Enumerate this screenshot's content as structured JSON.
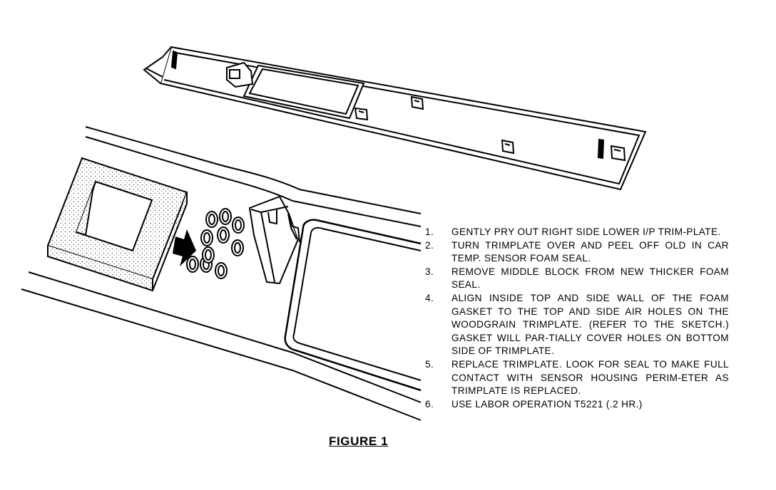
{
  "caption": "FIGURE 1",
  "steps": [
    {
      "num": "1.",
      "text": "GENTLY PRY OUT RIGHT SIDE LOWER I/P TRIM-PLATE."
    },
    {
      "num": "2.",
      "text": "TURN TRIMPLATE OVER AND PEEL OFF OLD IN CAR TEMP. SENSOR FOAM SEAL."
    },
    {
      "num": "3.",
      "text": "REMOVE MIDDLE BLOCK FROM NEW THICKER FOAM SEAL."
    },
    {
      "num": "4.",
      "text": "ALIGN INSIDE TOP AND SIDE WALL OF THE FOAM GASKET TO THE TOP AND SIDE AIR HOLES ON THE WOODGRAIN TRIMPLATE. (REFER TO THE SKETCH.) GASKET WILL PAR-TIALLY COVER HOLES ON BOTTOM SIDE OF TRIMPLATE."
    },
    {
      "num": "5.",
      "text": "REPLACE TRIMPLATE. LOOK FOR SEAL TO MAKE FULL CONTACT WITH SENSOR HOUSING PERIM-ETER AS TRIMPLATE IS REPLACED."
    },
    {
      "num": "6.",
      "text": "USE LABOR OPERATION T5221 (.2 HR.)"
    }
  ]
}
